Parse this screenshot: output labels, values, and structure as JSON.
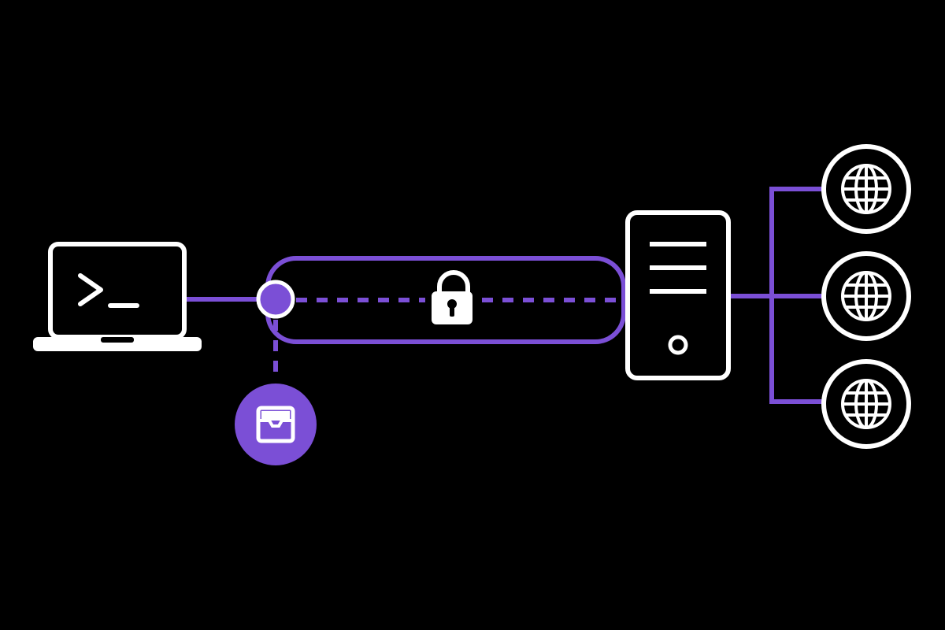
{
  "colors": {
    "background": "#000000",
    "accent": "#7B4FD6",
    "stroke": "#FFFFFF",
    "fill": "#000000"
  },
  "nodes": {
    "client": {
      "kind": "laptop",
      "icon": "terminal-icon"
    },
    "tunnel": {
      "kind": "encrypted-tunnel",
      "icon": "lock-icon",
      "style": "dashed"
    },
    "tunnel_endpoint": {
      "kind": "connection-point",
      "icon": "purple-dot-icon"
    },
    "inspection": {
      "kind": "inbox",
      "icon": "inbox-icon"
    },
    "server": {
      "kind": "server-tower",
      "icon": "server-icon"
    },
    "destinations": [
      {
        "kind": "internet",
        "icon": "globe-icon"
      },
      {
        "kind": "internet",
        "icon": "globe-icon"
      },
      {
        "kind": "internet",
        "icon": "globe-icon"
      }
    ]
  }
}
